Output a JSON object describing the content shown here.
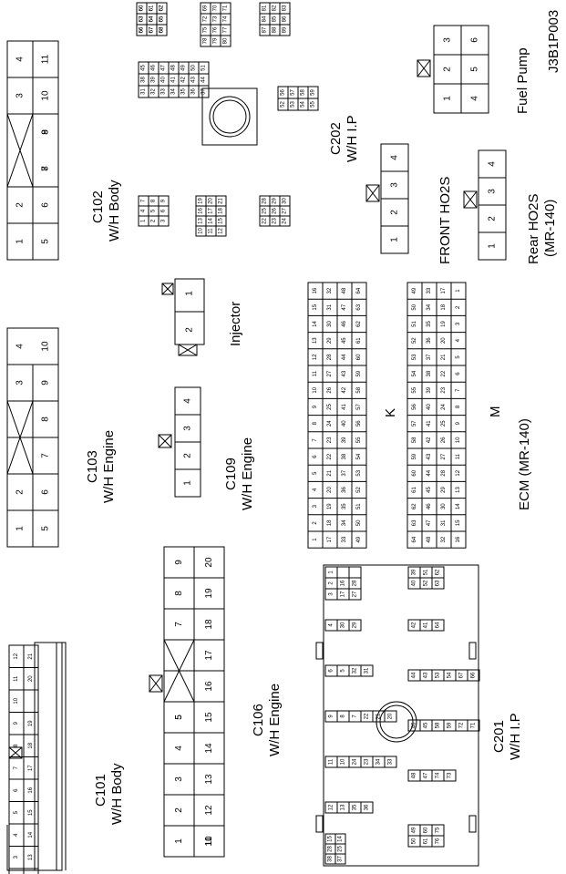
{
  "figure_id": "J3B1P003",
  "connectors": [
    {
      "id": "c102",
      "label": [
        "C102",
        "W/H Body"
      ]
    },
    {
      "id": "c103",
      "label": [
        "C103",
        "W/H Engine"
      ]
    },
    {
      "id": "c101",
      "label": [
        "C101",
        "W/H Body"
      ]
    },
    {
      "id": "c109",
      "label": [
        "C109",
        "W/H Engine"
      ]
    },
    {
      "id": "c106",
      "label": [
        "C106",
        "W/H Engine"
      ]
    },
    {
      "id": "c202",
      "label": [
        "C202",
        "W/H I.P"
      ]
    },
    {
      "id": "c201",
      "label": [
        "C201",
        "W/H I.P"
      ]
    },
    {
      "id": "injector",
      "label": [
        "Injector"
      ]
    },
    {
      "id": "front_ho2s",
      "label": [
        "FRONT HO2S"
      ]
    },
    {
      "id": "rear_ho2s",
      "label": [
        "Rear HO2S",
        "(MR-140)"
      ]
    },
    {
      "id": "fuel_pump",
      "label": [
        "Fuel Pump"
      ]
    },
    {
      "id": "ecm",
      "label": [
        "ECM (MR-140)"
      ]
    }
  ],
  "ecm_blocks": {
    "k": "K",
    "m": "M"
  }
}
